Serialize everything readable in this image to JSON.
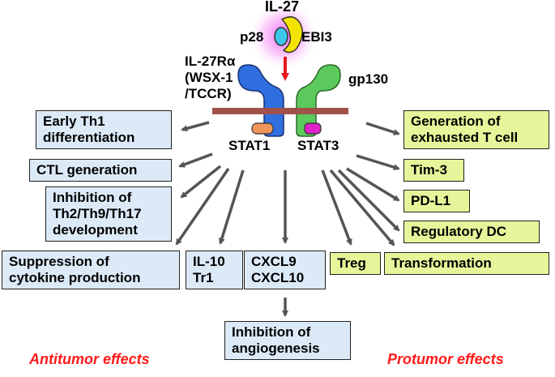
{
  "ligand": {
    "name": "IL-27",
    "subunit_left": "p28",
    "subunit_right": "EBI3"
  },
  "receptor": {
    "alpha_line1": "IL-27Rα",
    "alpha_line2": "(WSX-1",
    "alpha_line3": "/TCCR)",
    "beta": "gp130"
  },
  "signaling": {
    "stat1": "STAT1",
    "stat3": "STAT3"
  },
  "antitumor": {
    "items": [
      {
        "line1": "Early Th1",
        "line2": "differentiation"
      },
      {
        "line1": "CTL generation"
      },
      {
        "line1": "Inhibition of",
        "line2": "Th2/Th9/Th17",
        "line3": "development"
      },
      {
        "line1": "Suppression of",
        "line2": "cytokine production"
      },
      {
        "line1": "IL-10",
        "line2": "Tr1"
      },
      {
        "line1": "CXCL9",
        "line2": "CXCL10"
      },
      {
        "line1": "Inhibition of",
        "line2": "angiogenesis"
      }
    ],
    "label": "Antitumor effects"
  },
  "protumor": {
    "items": [
      {
        "line1": "Generation of",
        "line2": "exhausted T cell"
      },
      {
        "line1": "Tim-3"
      },
      {
        "line1": "PD-L1"
      },
      {
        "line1": "Regulatory DC"
      },
      {
        "line1": "Treg"
      },
      {
        "line1": "Transformation"
      }
    ],
    "label": "Protumor effects"
  },
  "colors": {
    "antitumor_box": "#dceaf8",
    "protumor_box": "#e6f59a",
    "effect_label": "#ff1a1a",
    "membrane": "#a0524a",
    "il27rα_chain": "#2f6fe0",
    "gp130_chain": "#5cc95c",
    "p28": "#3cc8e8",
    "ebi3": "#f2e400",
    "stat1": "#f0955a",
    "stat3": "#e020c8",
    "glow": "#f060f0",
    "signal_arrow": "#e81818",
    "arrows": "#555555"
  }
}
